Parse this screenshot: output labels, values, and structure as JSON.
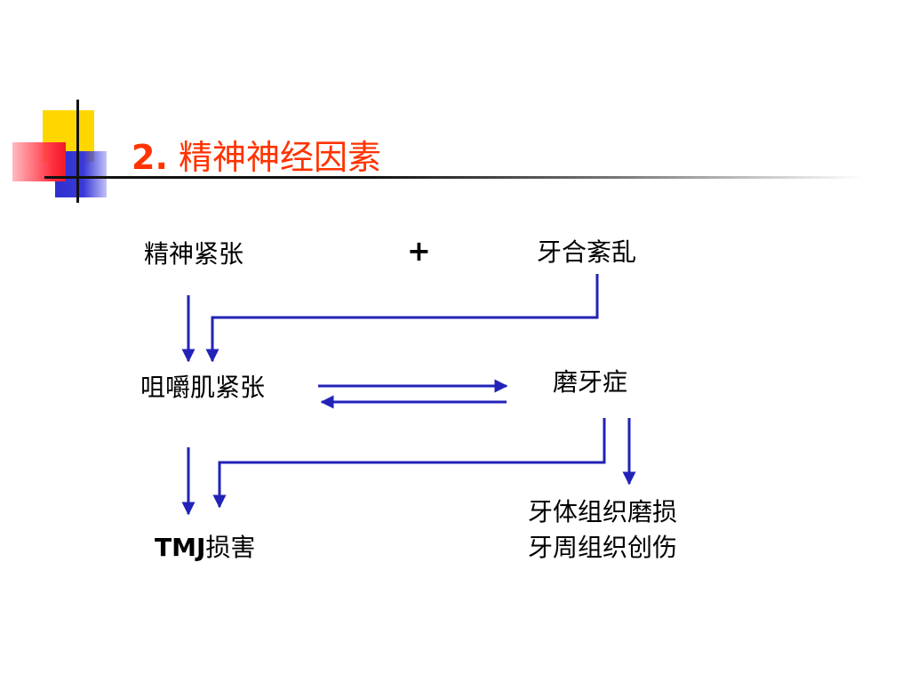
{
  "colors": {
    "title": "#ff3300",
    "arrow": "#2222b8",
    "accent_yellow": "#ffd700",
    "accent_blue": "#2f2fd0",
    "accent_red": "#ff3040"
  },
  "slide": {
    "title_number": "2.",
    "title_text": "精神神经因素"
  },
  "diagram": {
    "nodes": {
      "stress": "精神紧张",
      "plus": "+",
      "occlusion": "牙合紊乱",
      "masticatory": "咀嚼肌紧张",
      "bruxism": "磨牙症",
      "tmj_prefix": "TMJ",
      "tmj_suffix": "损害",
      "tooth_wear": "牙体组织磨损",
      "periodontal": "牙周组织创伤"
    }
  }
}
